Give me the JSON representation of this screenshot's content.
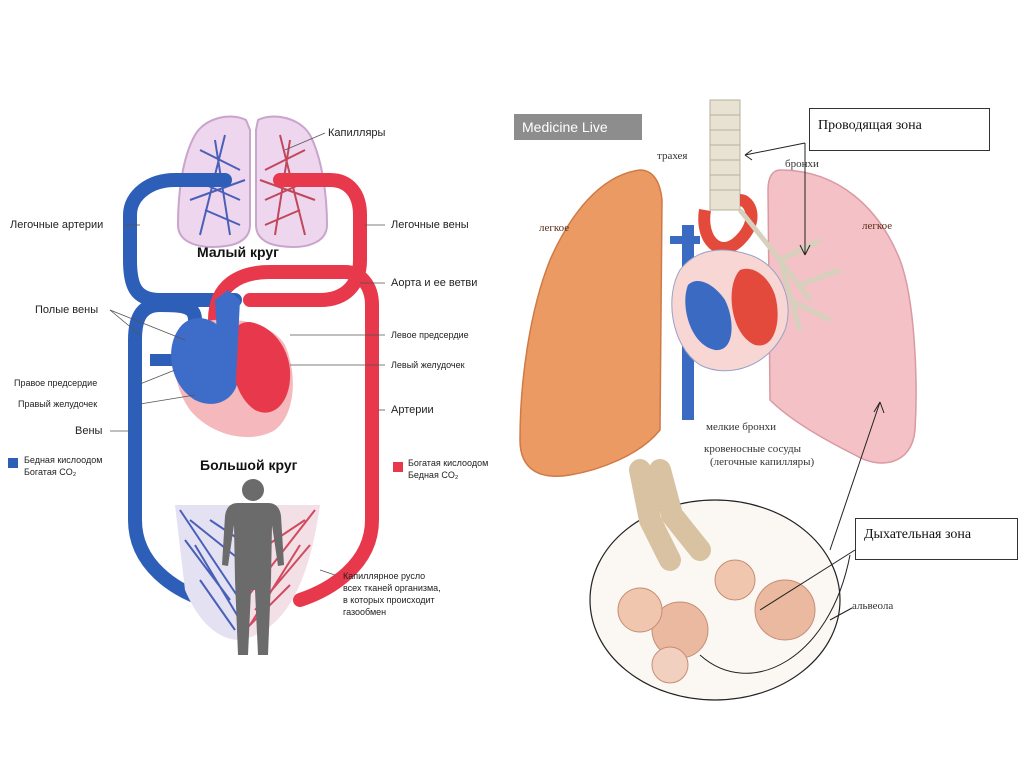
{
  "circulation": {
    "capillaries": "Капилляры",
    "pulmonary_arteries": "Легочные артерии",
    "pulmonary_veins": "Легочные вены",
    "small_circle": "Малый круг",
    "aorta": "Аорта и ее ветви",
    "vena_cava": "Полые вены",
    "left_atrium": "Левое предсердие",
    "right_atrium": "Правое предсердие",
    "left_ventricle": "Левый желудочек",
    "right_ventricle": "Правый желудочек",
    "arteries": "Артерии",
    "veins": "Вены",
    "big_circle": "Большой круг",
    "legend_poor_1": "Бедная кислоодом",
    "legend_poor_2": "Богатая CO₂",
    "legend_rich_1": "Богатая кислоодом",
    "legend_rich_2": "Бедная CO₂",
    "capillary_bed": [
      "Капиллярное русло",
      "всех тканей организма,",
      "в которых происходит",
      "газообмен"
    ],
    "colors": {
      "venous": "#2e5fb8",
      "arterial": "#e8384c"
    }
  },
  "respiratory": {
    "watermark": "Medicine Live",
    "trachea": "трахея",
    "bronchi": "бронхи",
    "lung_left": "легкое",
    "lung_right": "легкое",
    "small_bronchi": "мелкие бронхи",
    "blood_vessels_1": "кровеносные сосуды",
    "blood_vessels_2": "(легочные капилляры)",
    "alveola": "альвеола",
    "conducting_zone": "Проводящая зона",
    "respiratory_zone": "Дыхательная зона"
  }
}
